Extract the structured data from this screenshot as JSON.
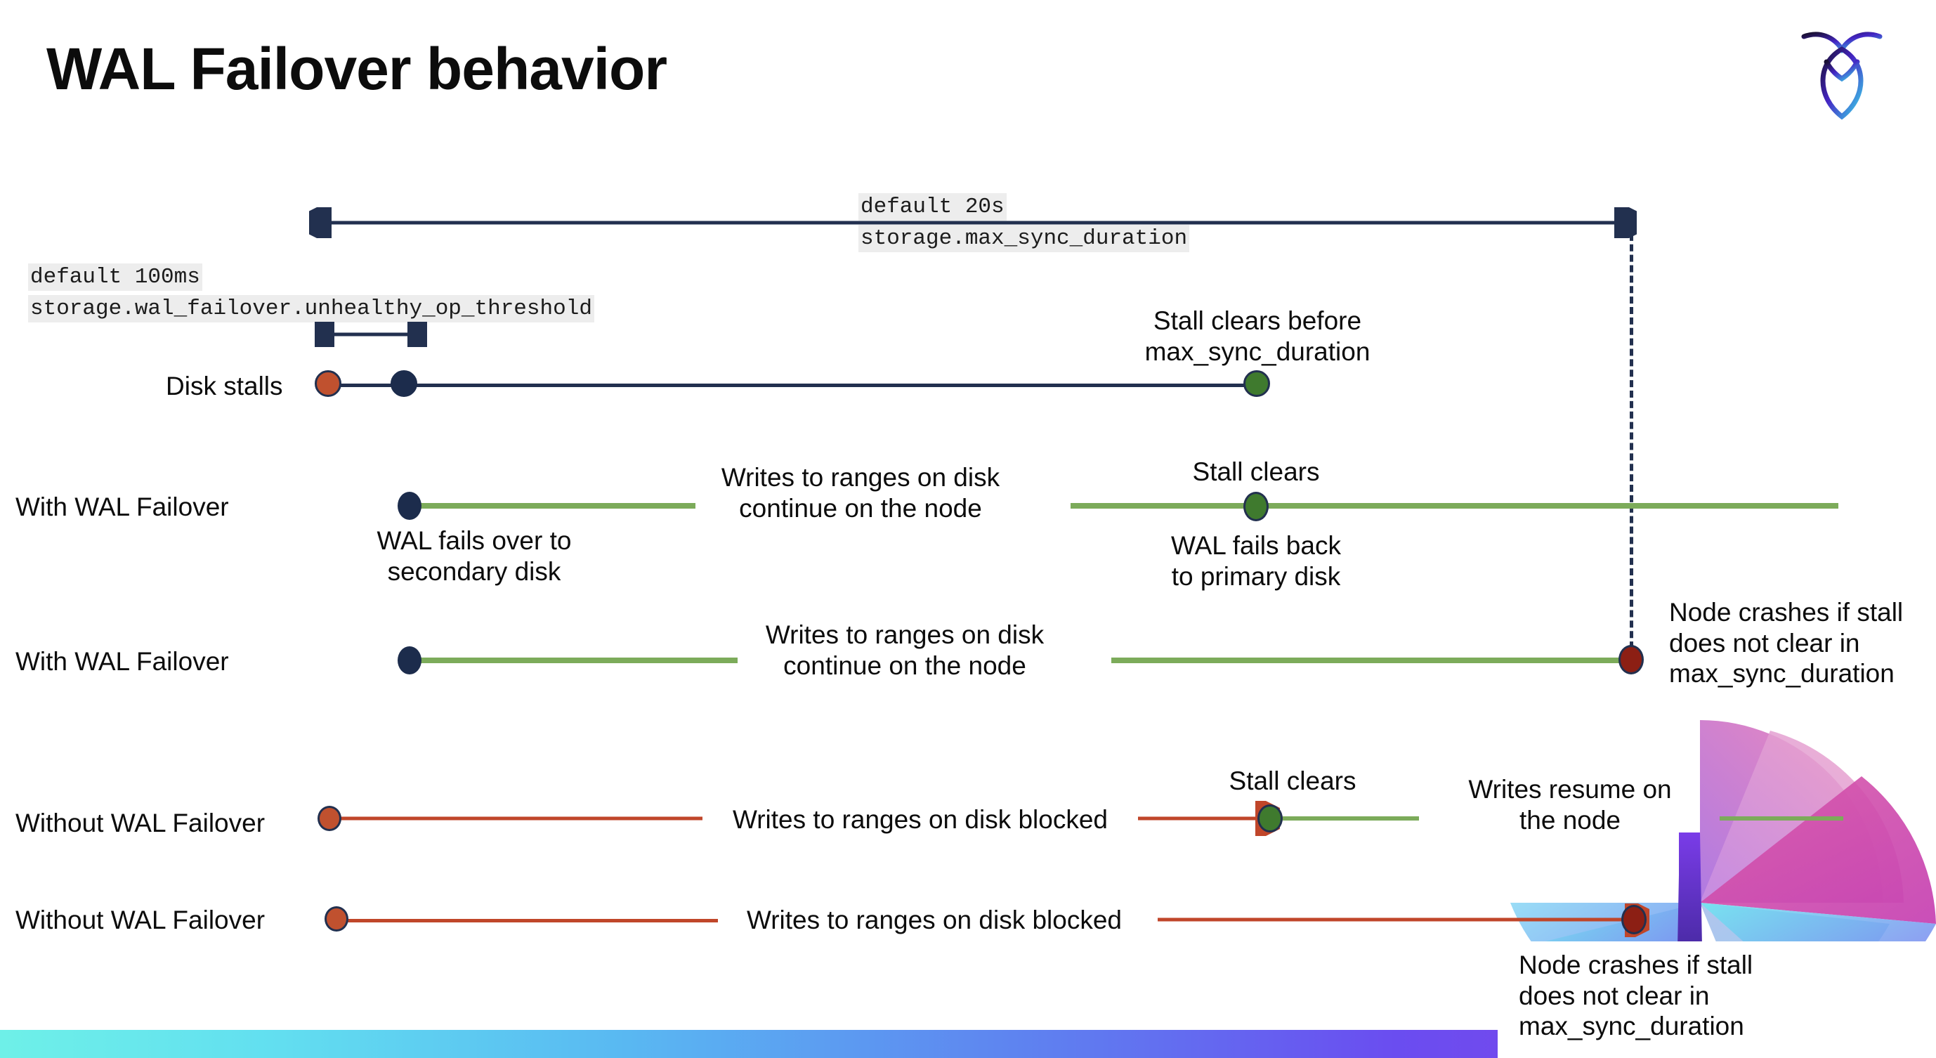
{
  "slide": {
    "title": "WAL Failover behavior",
    "logo_name": "cockroachdb-logo"
  },
  "callouts": {
    "max_sync": {
      "default_line": "default 20s",
      "setting_line": "storage.max_sync_duration"
    },
    "unhealthy_op": {
      "default_line": "default 100ms",
      "setting_line": "storage.wal_failover.unhealthy_op_threshold"
    }
  },
  "rows": [
    {
      "label": "Disk stalls",
      "annotations": [
        "Stall clears before\nmax_sync_duration"
      ]
    },
    {
      "label": "With WAL Failover",
      "annotations": [
        "WAL fails over to\nsecondary disk",
        "Writes to ranges on disk\ncontinue on the node",
        "Stall clears",
        "WAL fails  back\nto primary disk"
      ]
    },
    {
      "label": "With WAL Failover",
      "annotations": [
        "Writes to ranges on disk\ncontinue on the node",
        "Node crashes if stall\ndoes not clear in\nmax_sync_duration"
      ]
    },
    {
      "label": "Without WAL Failover",
      "annotations": [
        "Writes to ranges on disk  blocked",
        "Stall clears",
        "Writes resume on\nthe node"
      ]
    },
    {
      "label": "Without WAL Failover",
      "annotations": [
        "Writes to ranges on disk  blocked",
        "Node crashes if stall\ndoes not clear in\nmax_sync_duration"
      ]
    }
  ],
  "colors": {
    "navy": "#22304f",
    "green": "#7cab5a",
    "green_dot": "#3f7a2e",
    "red_line": "#c0462a",
    "orange_dot": "#c0512f",
    "dark_red_dot": "#8c1f14",
    "code_bg": "#ededed"
  },
  "legend_semantics": {
    "stall_start_marker": "orange-dot",
    "failover_marker": "navy-dot",
    "stall_cleared_marker": "green-dot",
    "node_crash_marker": "dark-red-dot"
  }
}
